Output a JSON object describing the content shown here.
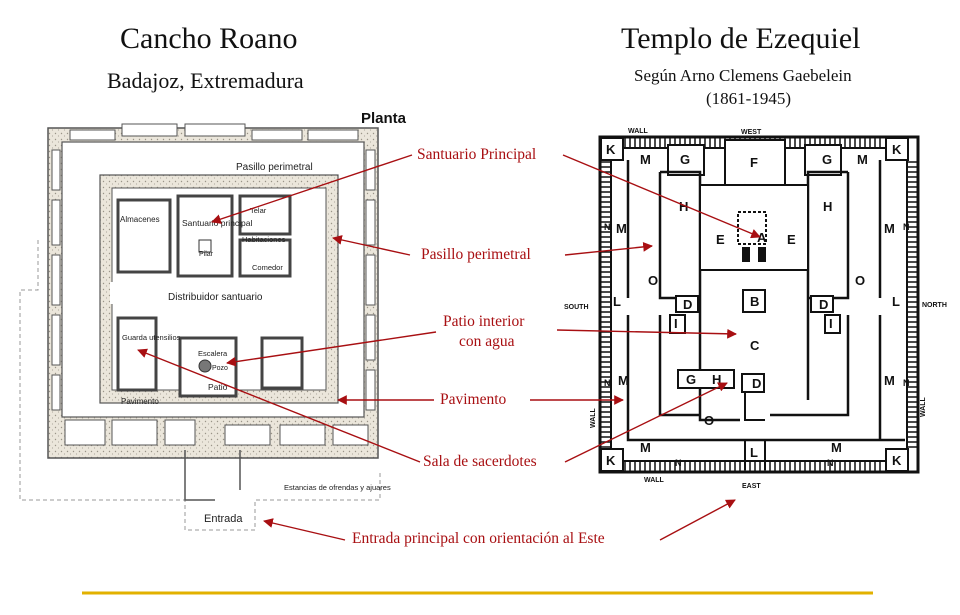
{
  "left": {
    "title": "Cancho Roano",
    "subtitle": "Badajoz, Extremadura",
    "plan_heading": "Planta",
    "plan_labels": {
      "pasillo": "Pasillo perimetral",
      "almacenes": "Almacenes",
      "santuario": "Santuario principal",
      "pilar": "Pilar",
      "telar": "Telar",
      "habitaciones": "Habitaciones",
      "comedor": "Comedor",
      "distribuidor": "Distribuidor santuario",
      "guarda": "Guarda utensilios",
      "escalera": "Escalera",
      "pozo": "Pozo",
      "patio": "Patio",
      "pavimento": "Pavimento",
      "estancias": "Estancias de ofrendas y ajuares",
      "entrada": "Entrada"
    }
  },
  "right": {
    "title": "Templo de Ezequiel",
    "subtitle": "Según Arno Clemens Gaebelein",
    "years": "(1861-1945)",
    "plan_labels": {
      "west": "WEST",
      "east": "EAST",
      "south": "SOUTH",
      "north": "NORTH",
      "wall": "WALL"
    }
  },
  "annotations": [
    "Santuario Principal",
    "Pasillo perimetral",
    "Patio interior",
    "con agua",
    "Pavimento",
    "Sala de sacerdotes",
    "Entrada principal con orientación al Este"
  ],
  "colors": {
    "accent": "#a80f12",
    "rule": "#e2b100",
    "stone": "#e8e3d8"
  }
}
